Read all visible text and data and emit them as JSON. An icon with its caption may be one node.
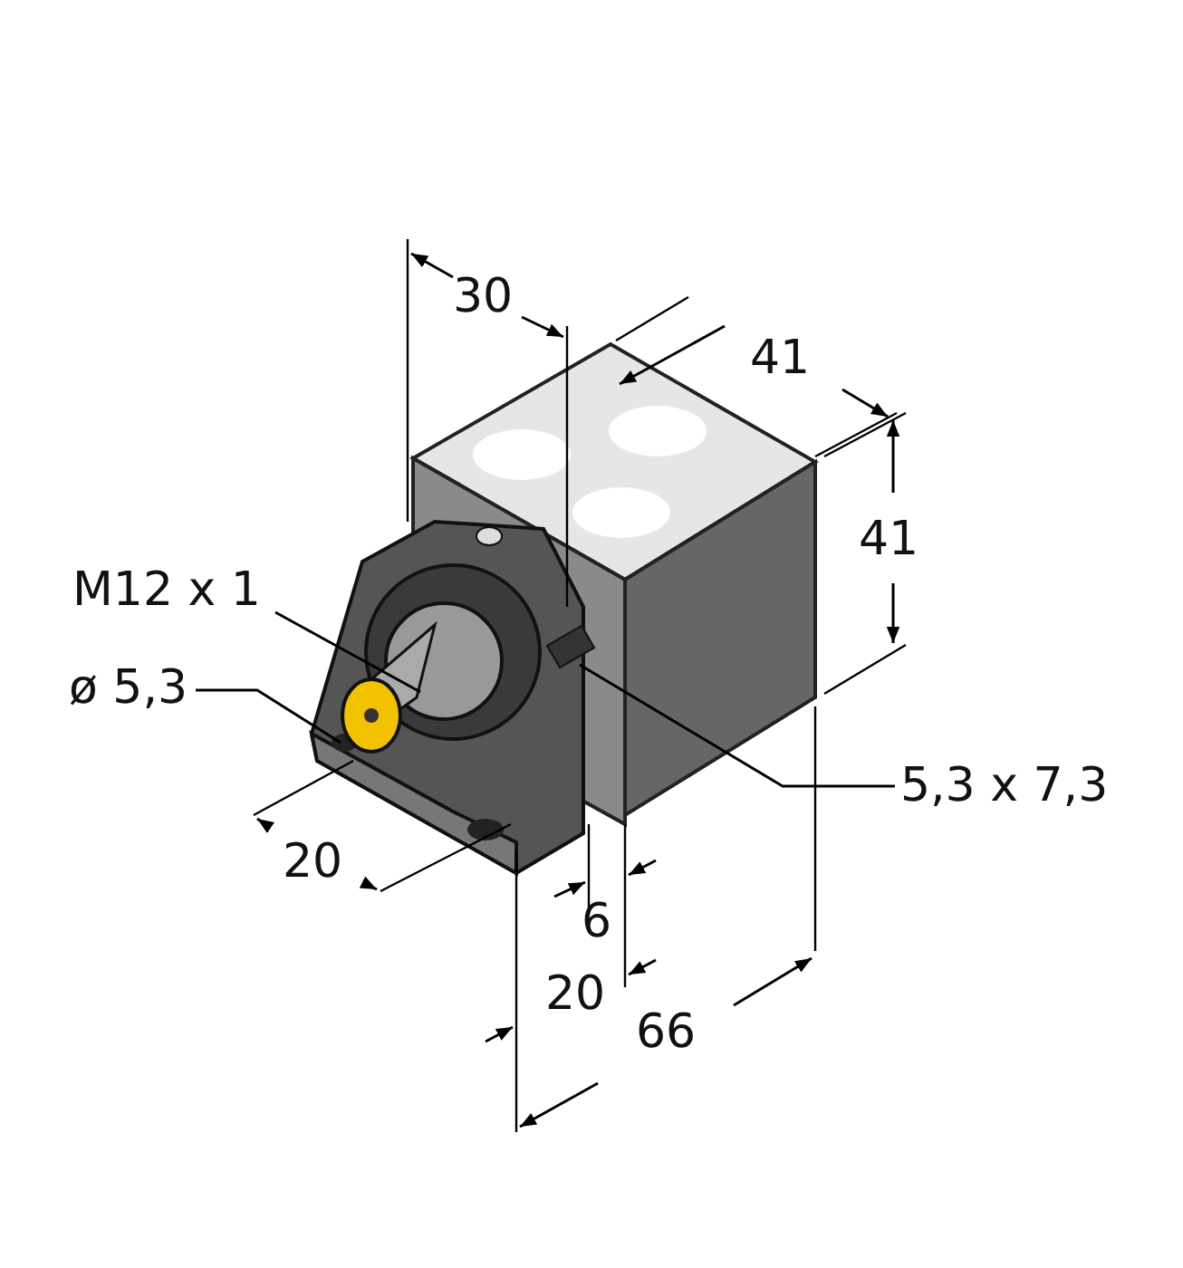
{
  "diagram": {
    "nodes": [
      {
        "text": [
          "M12 x 1"
        ]
      },
      {
        "text": [
          "ø 5,3"
        ]
      },
      {
        "text": [
          "5,3 x 7,3"
        ]
      }
    ],
    "edges": [
      {
        "from": 0,
        "to": null,
        "arrow": "none"
      },
      {
        "from": 1,
        "to": null,
        "arrow": "none"
      },
      {
        "from": 2,
        "to": null,
        "arrow": "none"
      }
    ],
    "labels": [
      "30",
      "41",
      "41",
      "20",
      "6",
      "20",
      "66"
    ]
  }
}
